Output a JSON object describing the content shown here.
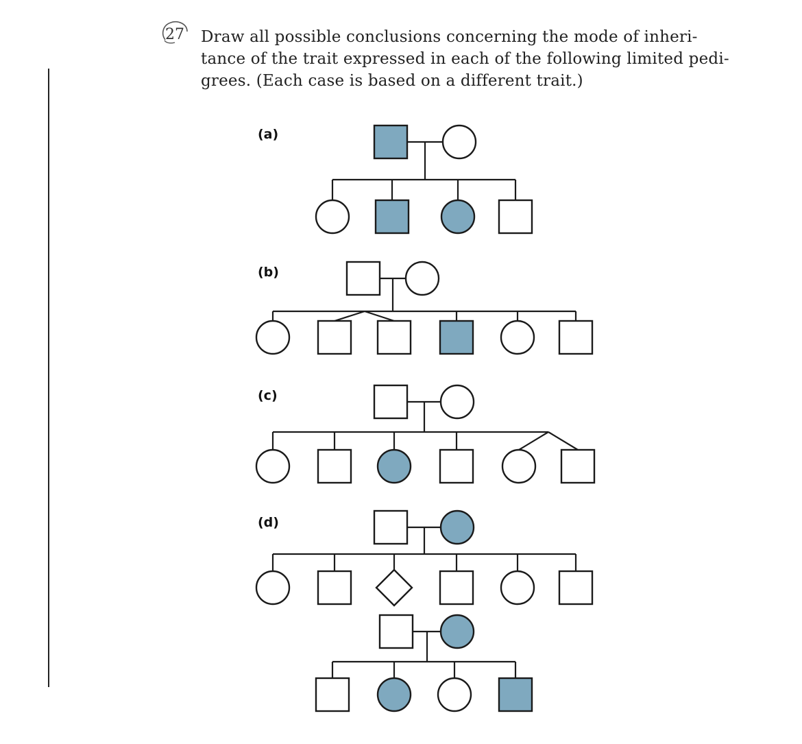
{
  "question": {
    "number": "27",
    "lines": [
      "Draw all possible conclusions concerning the mode of inheri-",
      "tance of the trait expressed in each of the following limited pedi-",
      "grees. (Each case is based on a different trait.)"
    ]
  },
  "colors": {
    "affected": "#7fa9bf",
    "line": "#1a1a1a",
    "unaffected": "#ffffff"
  },
  "pedigrees": [
    {
      "label": "(a)",
      "families": [
        {
          "father": {
            "sex": "male",
            "affected": true
          },
          "mother": {
            "sex": "female",
            "affected": false
          },
          "children": [
            {
              "sex": "female",
              "affected": false
            },
            {
              "sex": "male",
              "affected": true
            },
            {
              "sex": "female",
              "affected": true
            },
            {
              "sex": "male",
              "affected": false
            }
          ]
        }
      ]
    },
    {
      "label": "(b)",
      "families": [
        {
          "father": {
            "sex": "male",
            "affected": false
          },
          "mother": {
            "sex": "female",
            "affected": false
          },
          "children": [
            {
              "sex": "female",
              "affected": false
            },
            {
              "sex": "male",
              "affected": false,
              "twin": "A"
            },
            {
              "sex": "male",
              "affected": false,
              "twin": "A"
            },
            {
              "sex": "male",
              "affected": true
            },
            {
              "sex": "female",
              "affected": false
            },
            {
              "sex": "male",
              "affected": false
            }
          ]
        }
      ]
    },
    {
      "label": "(c)",
      "families": [
        {
          "father": {
            "sex": "male",
            "affected": false
          },
          "mother": {
            "sex": "female",
            "affected": false
          },
          "children": [
            {
              "sex": "female",
              "affected": false
            },
            {
              "sex": "male",
              "affected": false
            },
            {
              "sex": "female",
              "affected": true
            },
            {
              "sex": "male",
              "affected": false
            },
            {
              "sex": "female",
              "affected": false,
              "twin": "B"
            },
            {
              "sex": "male",
              "affected": false,
              "twin": "B"
            }
          ]
        }
      ]
    },
    {
      "label": "(d)",
      "families": [
        {
          "father": {
            "sex": "male",
            "affected": false
          },
          "mother": {
            "sex": "female",
            "affected": true
          },
          "children": [
            {
              "sex": "female",
              "affected": false
            },
            {
              "sex": "male",
              "affected": false
            },
            {
              "sex": "unknown",
              "affected": false
            },
            {
              "sex": "male",
              "affected": false
            },
            {
              "sex": "female",
              "affected": false
            },
            {
              "sex": "male",
              "affected": false
            }
          ]
        },
        {
          "father": {
            "sex": "male",
            "affected": false
          },
          "mother": {
            "sex": "female",
            "affected": true
          },
          "children": [
            {
              "sex": "male",
              "affected": false
            },
            {
              "sex": "female",
              "affected": true
            },
            {
              "sex": "female",
              "affected": false
            },
            {
              "sex": "male",
              "affected": true
            }
          ]
        }
      ]
    }
  ]
}
